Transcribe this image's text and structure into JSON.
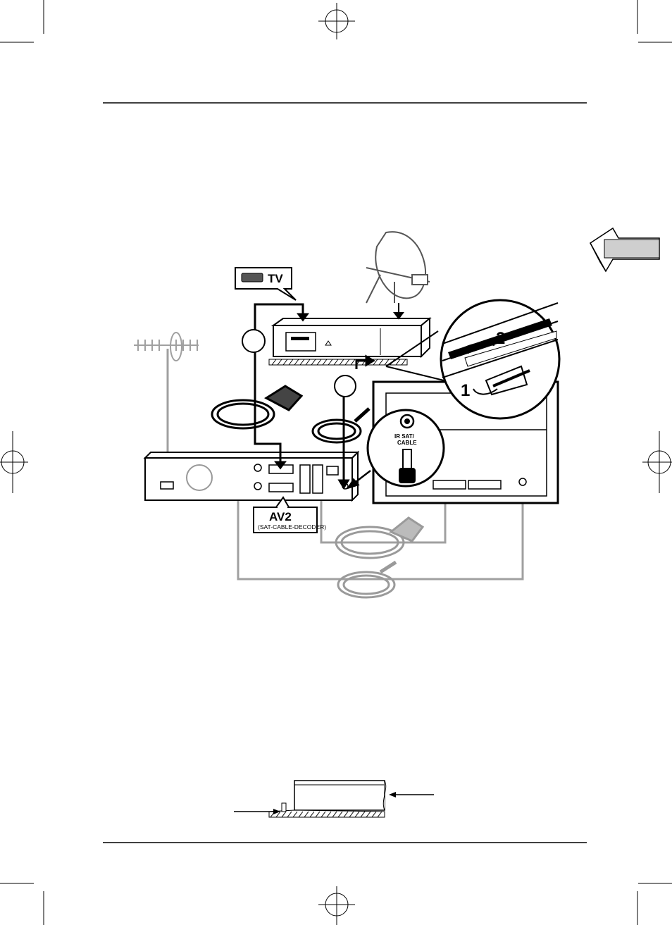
{
  "labels": {
    "tv": "TV",
    "av2": "AV2",
    "av2_sub": "(SAT-CABLE-DECODER)",
    "ir_line1": "IR SAT/",
    "ir_line2": "CABLE",
    "step1": "1",
    "step2": "2"
  },
  "colors": {
    "ink": "#000000",
    "grey_cable": "#a0a0a0",
    "tab": "#d0d0d0"
  }
}
